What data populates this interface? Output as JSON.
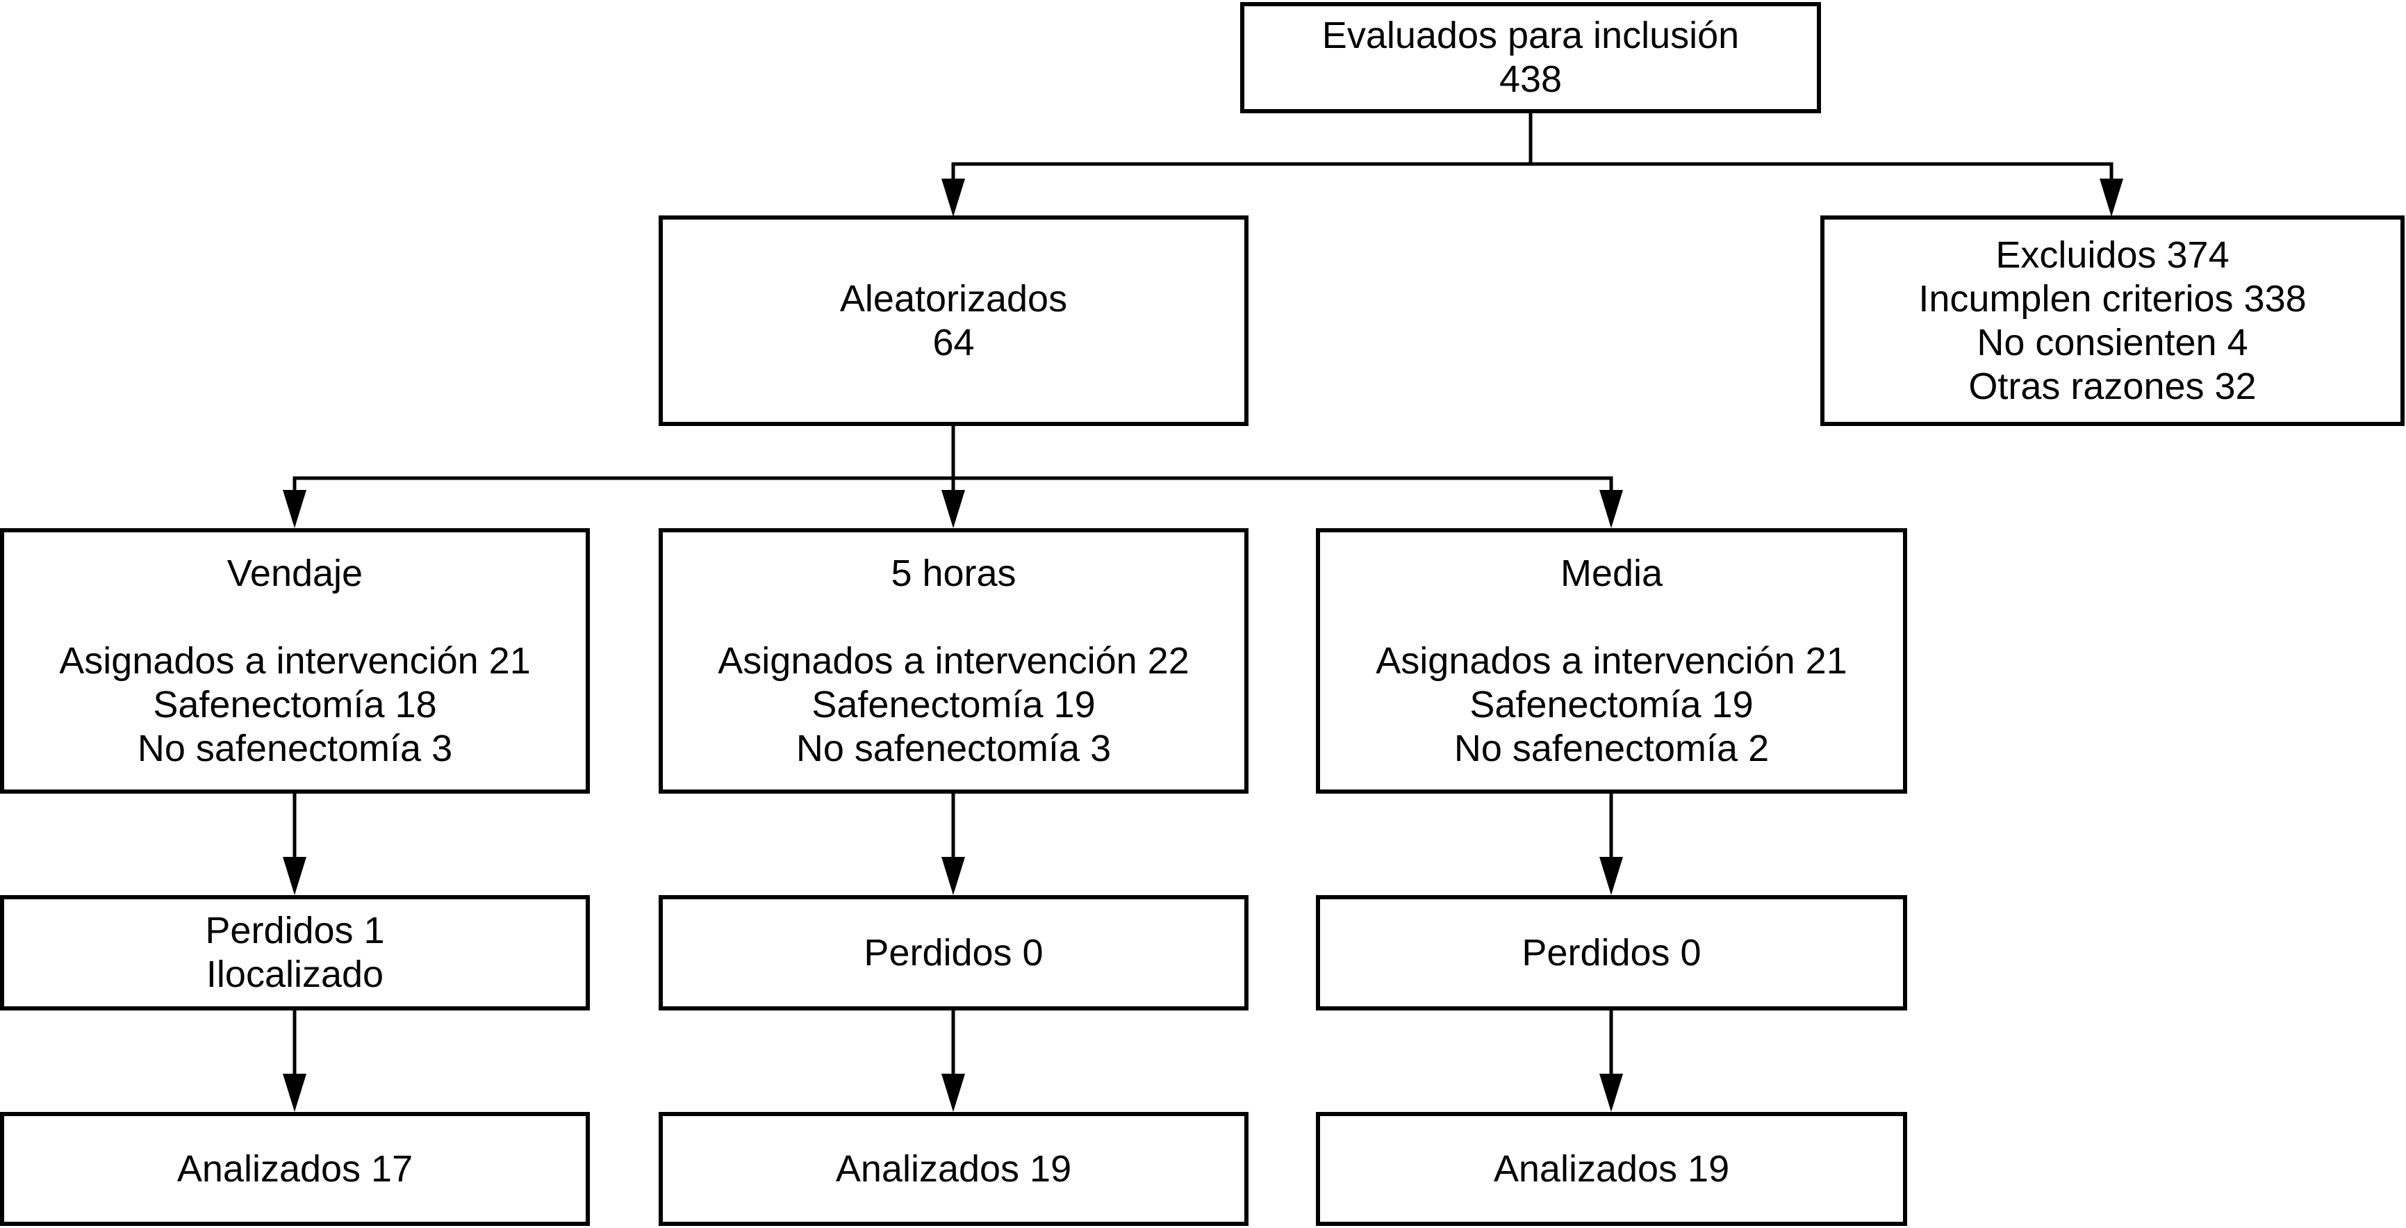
{
  "diagram": {
    "screening": {
      "line1": "Evaluados para inclusión",
      "line2": "438"
    },
    "randomized": {
      "line1": "Aleatorizados",
      "line2": "64"
    },
    "excluded": {
      "line1": "Excluidos 374",
      "line2": "Incumplen criterios 338",
      "line3": "No consienten 4",
      "line4": "Otras razones 32"
    },
    "groups": [
      {
        "title": "Vendaje",
        "assigned": "Asignados a intervención 21",
        "saphenectomy": "Safenectomía 18",
        "no_saphenectomy": "No safenectomía 3",
        "lost_line1": "Perdidos 1",
        "lost_line2": "Ilocalizado",
        "analyzed": "Analizados 17"
      },
      {
        "title": "5 horas",
        "assigned": "Asignados a intervención 22",
        "saphenectomy": "Safenectomía 19",
        "no_saphenectomy": "No safenectomía 3",
        "lost_line1": "Perdidos 0",
        "analyzed": "Analizados 19"
      },
      {
        "title": "Media",
        "assigned": "Asignados a intervención 21",
        "saphenectomy": "Safenectomía 19",
        "no_saphenectomy": "No safenectomía 2",
        "lost_line1": "Perdidos 0",
        "analyzed": "Analizados 19"
      }
    ],
    "colors": {
      "line": "#000000",
      "background": "#ffffff",
      "text": "#000000"
    }
  }
}
